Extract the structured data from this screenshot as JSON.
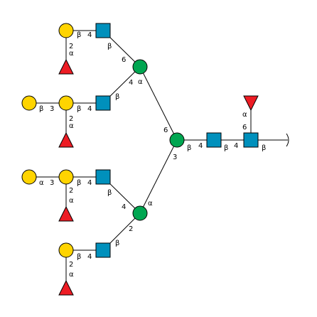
{
  "colors": {
    "gal": "#ffd400",
    "glcnac": "#0090bc",
    "man": "#00a651",
    "fuc": "#ed1c24"
  },
  "linkage_labels": {
    "a_1": "4",
    "b_1": "β",
    "a_2": "β",
    "b_2": "6",
    "a_3": "β",
    "b_3": "4",
    "a_4": "α",
    "b_4": "2",
    "a_5": "α",
    "b_5": "3",
    "a_6": "β",
    "b_6": "2",
    "a_7": "β",
    "b_7": "4",
    "a_8": "α",
    "b_8": "2",
    "a_9": "2",
    "b_9": "α",
    "a_10": "α",
    "b_10": "6",
    "a_11": "β",
    "b_11": "4",
    "a_12": "α",
    "b_12": "3",
    "a_13": "β",
    "b_13": "2",
    "a_14": "β",
    "b_14": "4",
    "a_15": "α",
    "b_15": "2",
    "a_16": "α",
    "b_16": "4",
    "a_17": "β",
    "b_17": "2",
    "a_18": "β",
    "b_18": "4",
    "a_19": "α",
    "b_19": "2",
    "a_20": "3",
    "b_20": "β",
    "a_21": "4",
    "b_21": "β",
    "a_22": "6",
    "b_22": "α",
    "a_23": "4",
    "b_23": "β"
  }
}
